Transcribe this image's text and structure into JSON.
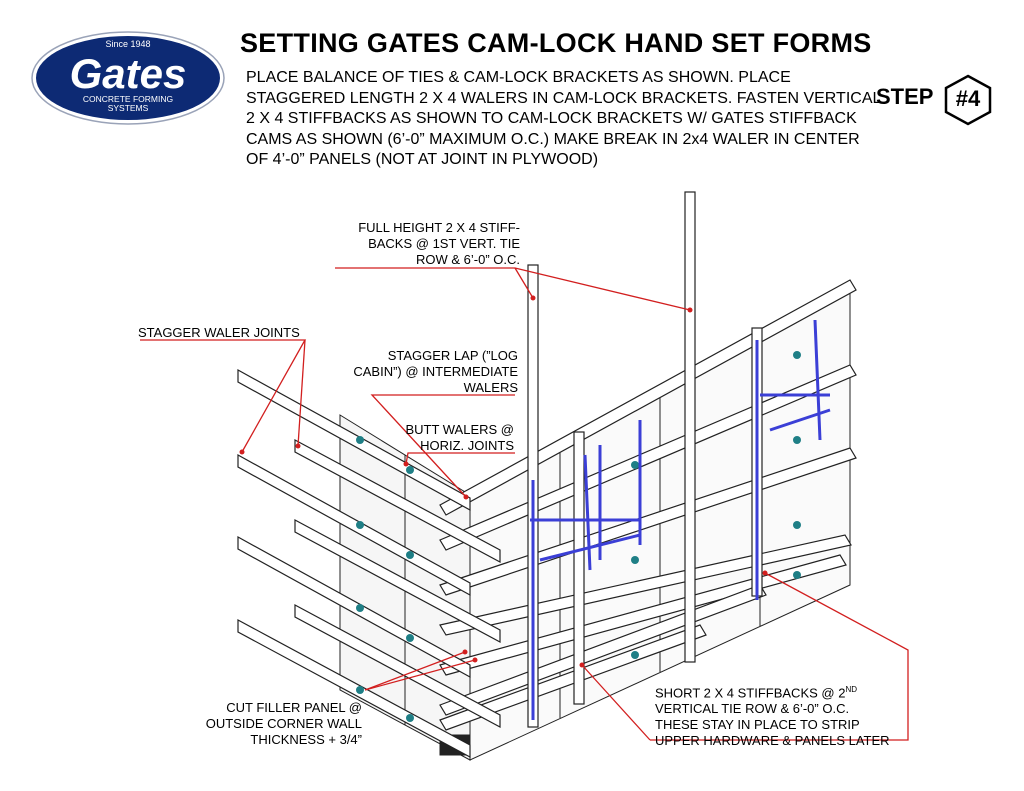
{
  "logo": {
    "since": "Since 1948",
    "brand": "Gates",
    "tagline_line1": "CONCRETE FORMING",
    "tagline_line2": "SYSTEMS",
    "color": "#0d2a74"
  },
  "title": "SETTING GATES CAM-LOCK HAND SET FORMS",
  "instructions": "PLACE BALANCE OF TIES & CAM-LOCK BRACKETS AS SHOWN. PLACE STAGGERED LENGTH 2 X 4 WALERS IN CAM-LOCK BRACKETS. FASTEN VERTICAL 2 X 4 STIFFBACKS AS SHOWN TO CAM-LOCK BRACKETS W/ GATES STIFFBACK CAMS AS SHOWN (6’-0” MAXIMUM O.C.) MAKE BREAK IN 2x4 WALER IN CENTER OF 4’-0” PANELS (NOT AT JOINT IN PLYWOOD)",
  "step": {
    "label": "STEP",
    "number": "#4"
  },
  "callouts": {
    "full_height": [
      "FULL HEIGHT 2 X 4 STIFF-",
      "BACKS @ 1ST VERT. TIE",
      "ROW & 6’-0” O.C."
    ],
    "stagger_joints": [
      "STAGGER WALER JOINTS"
    ],
    "stagger_lap": [
      "STAGGER LAP (”LOG",
      "CABIN”) @ INTERMEDIATE",
      "WALERS"
    ],
    "butt_walers": [
      "BUTT WALERS @",
      "HORIZ. JOINTS"
    ],
    "cut_filler": [
      "CUT FILLER PANEL @",
      "OUTSIDE CORNER WALL",
      "THICKNESS + 3/4”"
    ],
    "short_stiffbacks": [
      "SHORT 2 X 4 STIFFBACKS @ 2",
      "VERTICAL TIE ROW & 6’-0” O.C.",
      "THESE STAY IN PLACE TO STRIP",
      "UPPER HARDWARE & PANELS LATER"
    ],
    "short_sup": "ND"
  },
  "colors": {
    "leader": "#d21f1f",
    "bracket": "#3b3fd6",
    "line": "#222222",
    "clip": "#1f7f86"
  }
}
